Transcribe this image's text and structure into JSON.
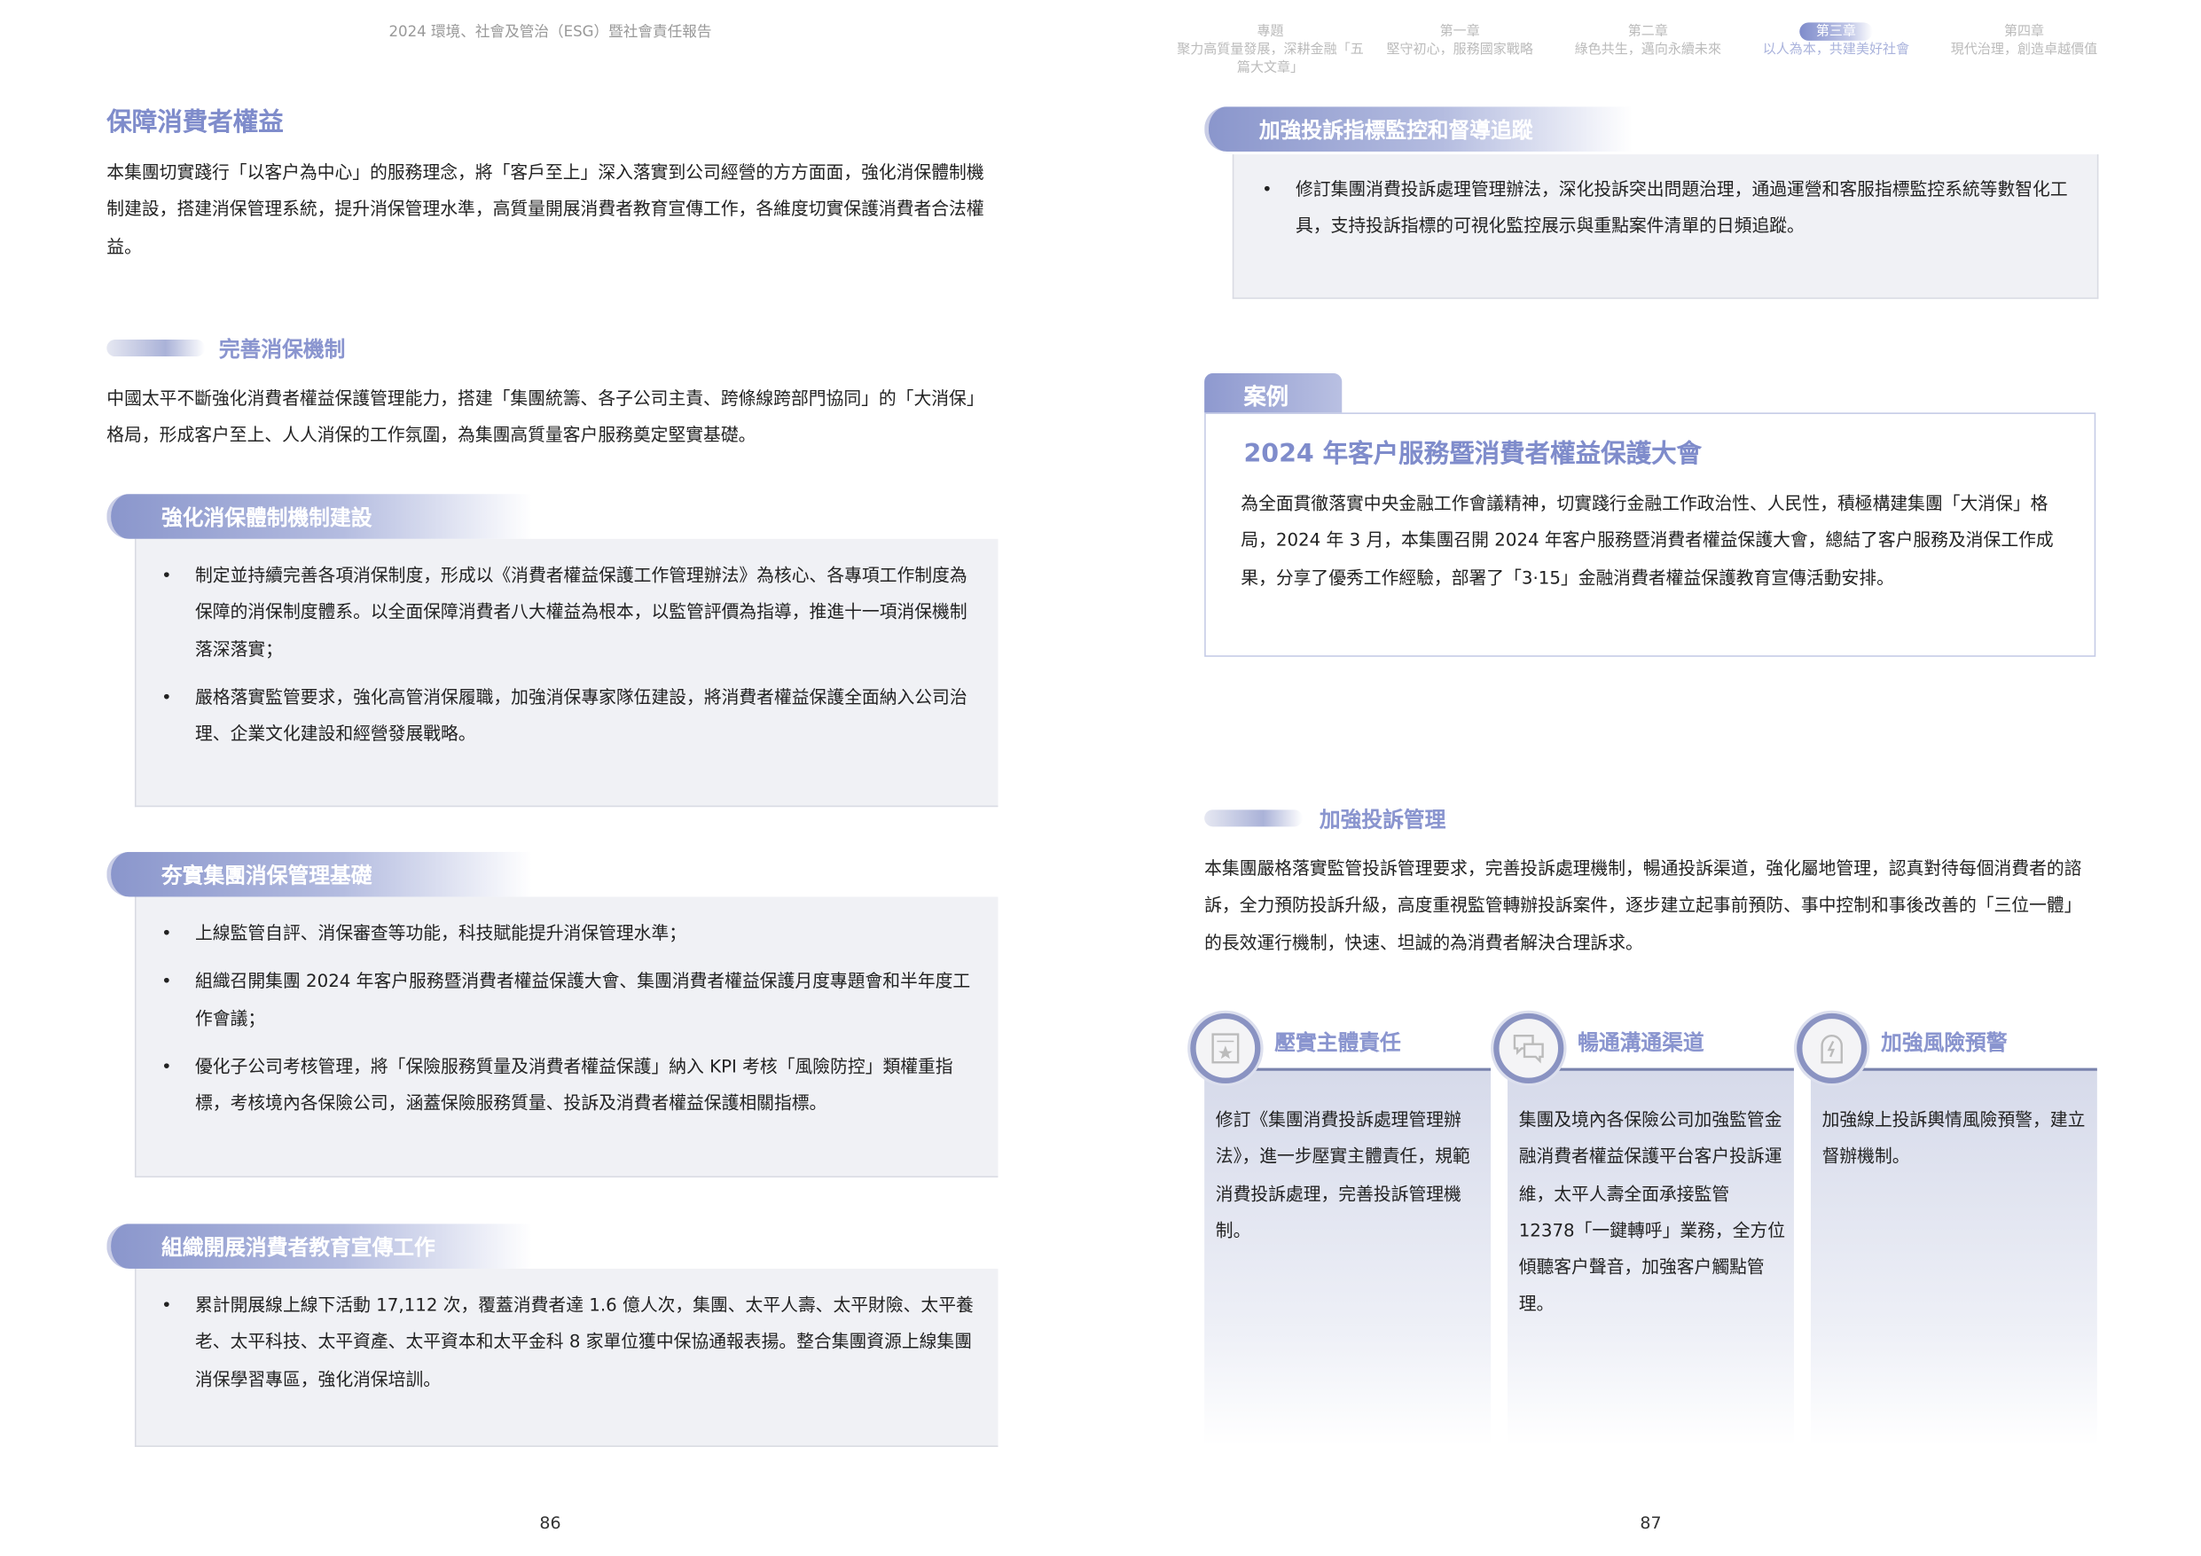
{
  "left_page": {
    "header": "2024 環境、社會及管治（ESG）暨社會責任報告",
    "title": "保障消費者權益",
    "intro": "本集團切實踐行「以客户為中心」的服務理念，將「客戶至上」深入落實到公司經營的方方面面，強化消保體制機制建設，搭建消保管理系統，提升消保管理水準，高質量開展消費者教育宣傳工作，各維度切實保護消費者合法權益。",
    "subheading": "完善消保機制",
    "sub_para": "中國太平不斷強化消費者權益保護管理能力，搭建「集團統籌、各子公司主責、跨條線跨部門協同」的「大消保」格局，形成客户至上、人人消保的工作氛圍，為集團高質量客户服務奠定堅實基礎。",
    "sections": [
      {
        "title": "強化消保體制機制建設",
        "bullets": [
          "制定並持續完善各項消保制度，形成以《消費者權益保護工作管理辦法》為核心、各專項工作制度為保障的消保制度體系。以全面保障消費者八大權益為根本，以監管評價為指導，推進十一項消保機制落深落實；",
          "嚴格落實監管要求，強化高管消保履職，加強消保專家隊伍建設，將消費者權益保護全面納入公司治理、企業文化建設和經營發展戰略。"
        ]
      },
      {
        "title": "夯實集團消保管理基礎",
        "bullets": [
          "上線監管自評、消保審查等功能，科技賦能提升消保管理水準；",
          "組織召開集團 2024 年客户服務暨消費者權益保護大會、集團消費者權益保護月度專題會和半年度工作會議；",
          "優化子公司考核管理，將「保險服務質量及消費者權益保護」納入 KPI 考核「風險防控」類權重指標，考核境內各保險公司，涵蓋保險服務質量、投訴及消費者權益保護相關指標。"
        ]
      },
      {
        "title": "組織開展消費者教育宣傳工作",
        "bullets": [
          "累計開展線上線下活動 17,112 次，覆蓋消費者達 1.6 億人次，集團、太平人壽、太平財險、太平養老、太平科技、太平資產、太平資本和太平金科 8 家單位獲中保協通報表揚。整合集團資源上線集團消保學習專區，強化消保培訓。"
        ]
      }
    ],
    "page_number": "86"
  },
  "right_page": {
    "nav": [
      {
        "chapter": "專題",
        "title": "聚力高質量發展，深耕金融「五篇大文章」",
        "active": false
      },
      {
        "chapter": "第一章",
        "title": "堅守初心，服務國家戰略",
        "active": false
      },
      {
        "chapter": "第二章",
        "title": "綠色共生，邁向永續未來",
        "active": false
      },
      {
        "chapter": "第三章",
        "title": "以人為本，共建美好社會",
        "active": true
      },
      {
        "chapter": "第四章",
        "title": "現代治理，創造卓越價值",
        "active": false
      }
    ],
    "monitor_section": {
      "title": "加強投訴指標監控和督導追蹤",
      "bullets": [
        "修訂集團消費投訴處理管理辦法，深化投訴突出問題治理，通過運營和客服指標監控系統等數智化工具，支持投訴指標的可視化監控展示與重點案件清單的日頻追蹤。"
      ]
    },
    "case": {
      "tab": "案例",
      "title": "2024 年客户服務暨消費者權益保護大會",
      "text": "為全面貫徹落實中央金融工作會議精神，切實踐行金融工作政治性、人民性，積極構建集團「大消保」格局，2024 年 3 月，本集團召開 2024 年客户服務暨消費者權益保護大會，總結了客户服務及消保工作成果，分享了優秀工作經驗，部署了「3·15」金融消費者權益保護教育宣傳活動安排。"
    },
    "subheading": "加強投訴管理",
    "sub_para": "本集團嚴格落實監管投訴管理要求，完善投訴處理機制，暢通投訴渠道，強化屬地管理，認真對待每個消費者的諮訴，全力預防投訴升級，高度重視監管轉辦投訴案件，逐步建立起事前預防、事中控制和事後改善的「三位一體」的長效運行機制，快速、坦誠的為消費者解決合理訴求。",
    "cards": [
      {
        "icon": "certificate-star-icon",
        "title": "壓實主體責任",
        "text": "修訂《集團消費投訴處理管理辦法》，進一步壓實主體責任，規範消費投訴處理，完善投訴管理機制。"
      },
      {
        "icon": "chat-bubbles-icon",
        "title": "暢通溝通渠道",
        "text": "集團及境內各保險公司加強監管金融消費者權益保護平台客户投訴運維，太平人壽全面承接監管 12378「一鍵轉呼」業務，全方位傾聽客户聲音，加強客户觸點管理。"
      },
      {
        "icon": "alert-lightning-icon",
        "title": "加強風險預警",
        "text": "加強線上投訴輿情風險預警，建立督辦機制。"
      }
    ],
    "page_number": "87"
  }
}
